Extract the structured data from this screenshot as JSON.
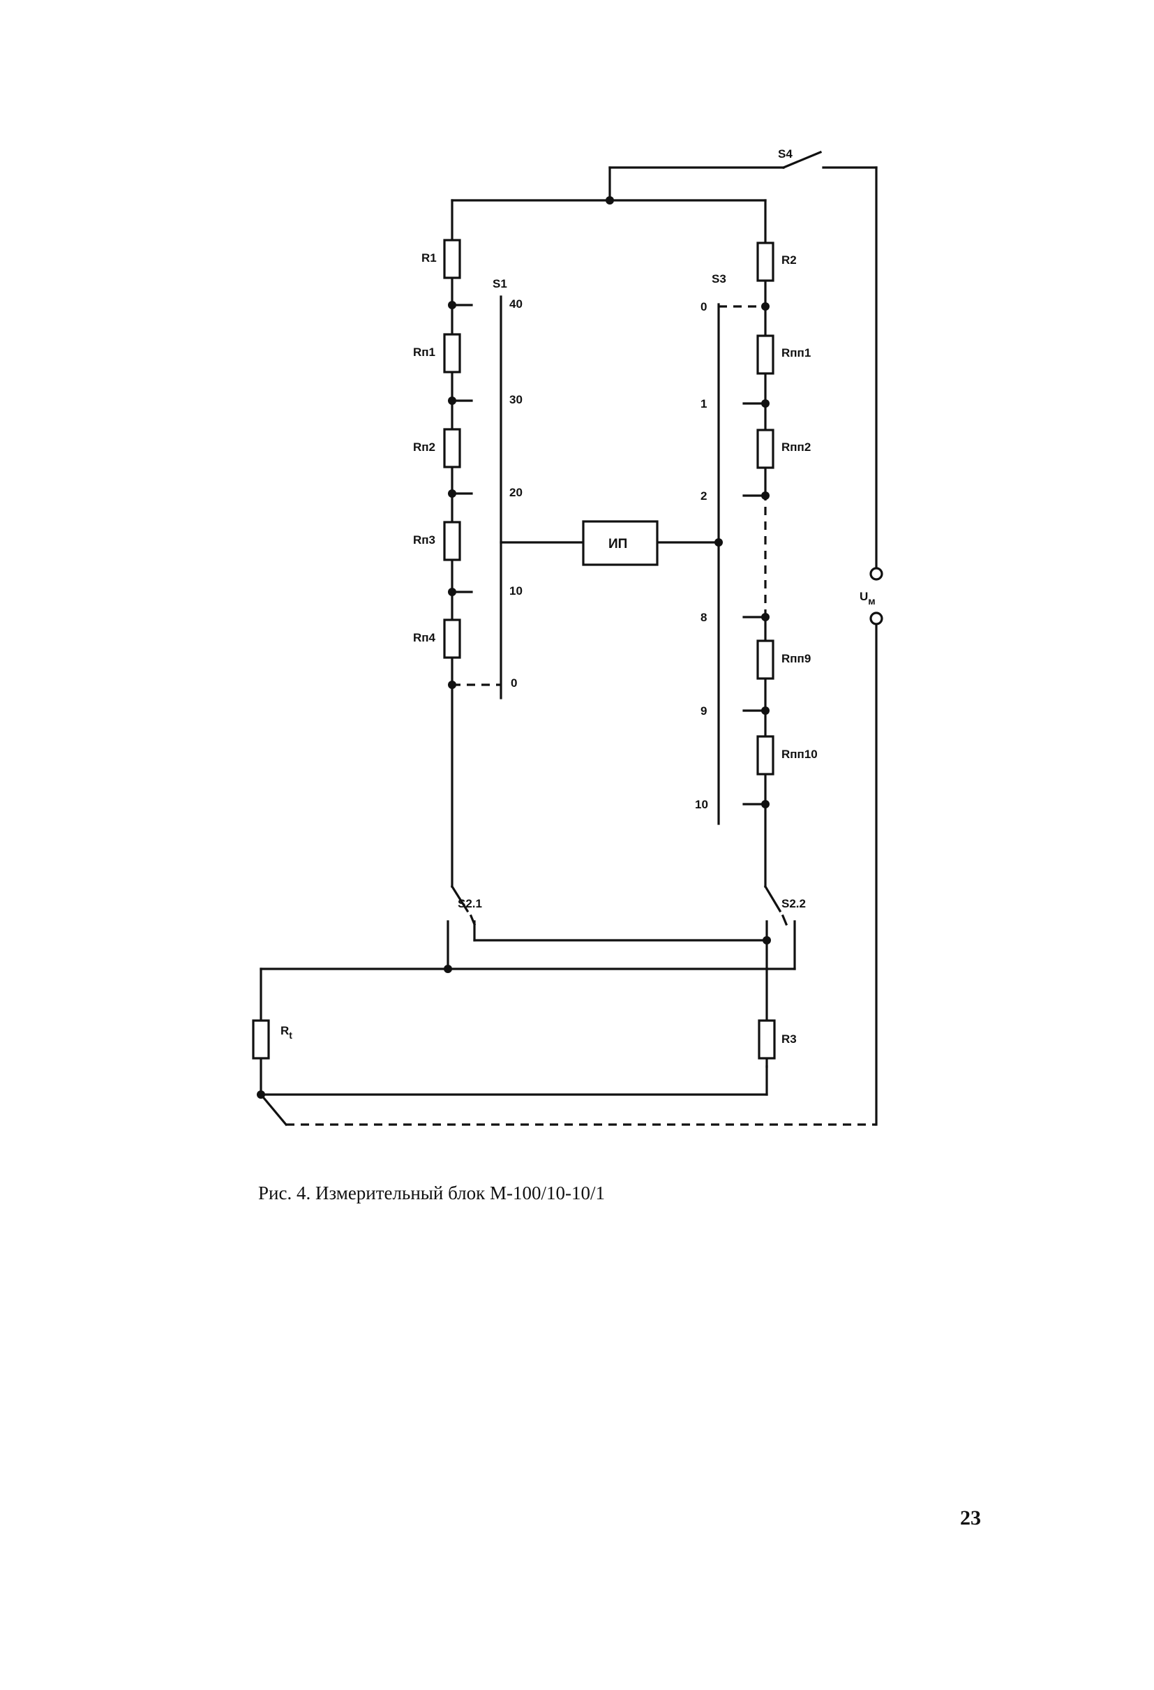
{
  "diagram": {
    "resistors_left": [
      "R1",
      "Rп1",
      "Rп2",
      "Rп3",
      "Rп4"
    ],
    "resistors_right": [
      "R2",
      "Rпп1",
      "Rпп2",
      "Rпп9",
      "Rпп10"
    ],
    "resistor_rt": {
      "main": "R",
      "sub": "t"
    },
    "resistor_r3": "R3",
    "switch_s1": "S1",
    "switch_s1_positions": [
      "40",
      "30",
      "20",
      "10",
      "0"
    ],
    "switch_s3": "S3",
    "switch_s3_positions": [
      "0",
      "1",
      "2",
      "8",
      "9",
      "10"
    ],
    "switch_s4": "S4",
    "switch_s2_1": "S2.1",
    "switch_s2_2": "S2.2",
    "meter": "ИП",
    "voltage_label": {
      "main": "U",
      "sub": "м"
    }
  },
  "caption": "Рис. 4. Измерительный блок М-100/10-10/1",
  "page_number": "23"
}
